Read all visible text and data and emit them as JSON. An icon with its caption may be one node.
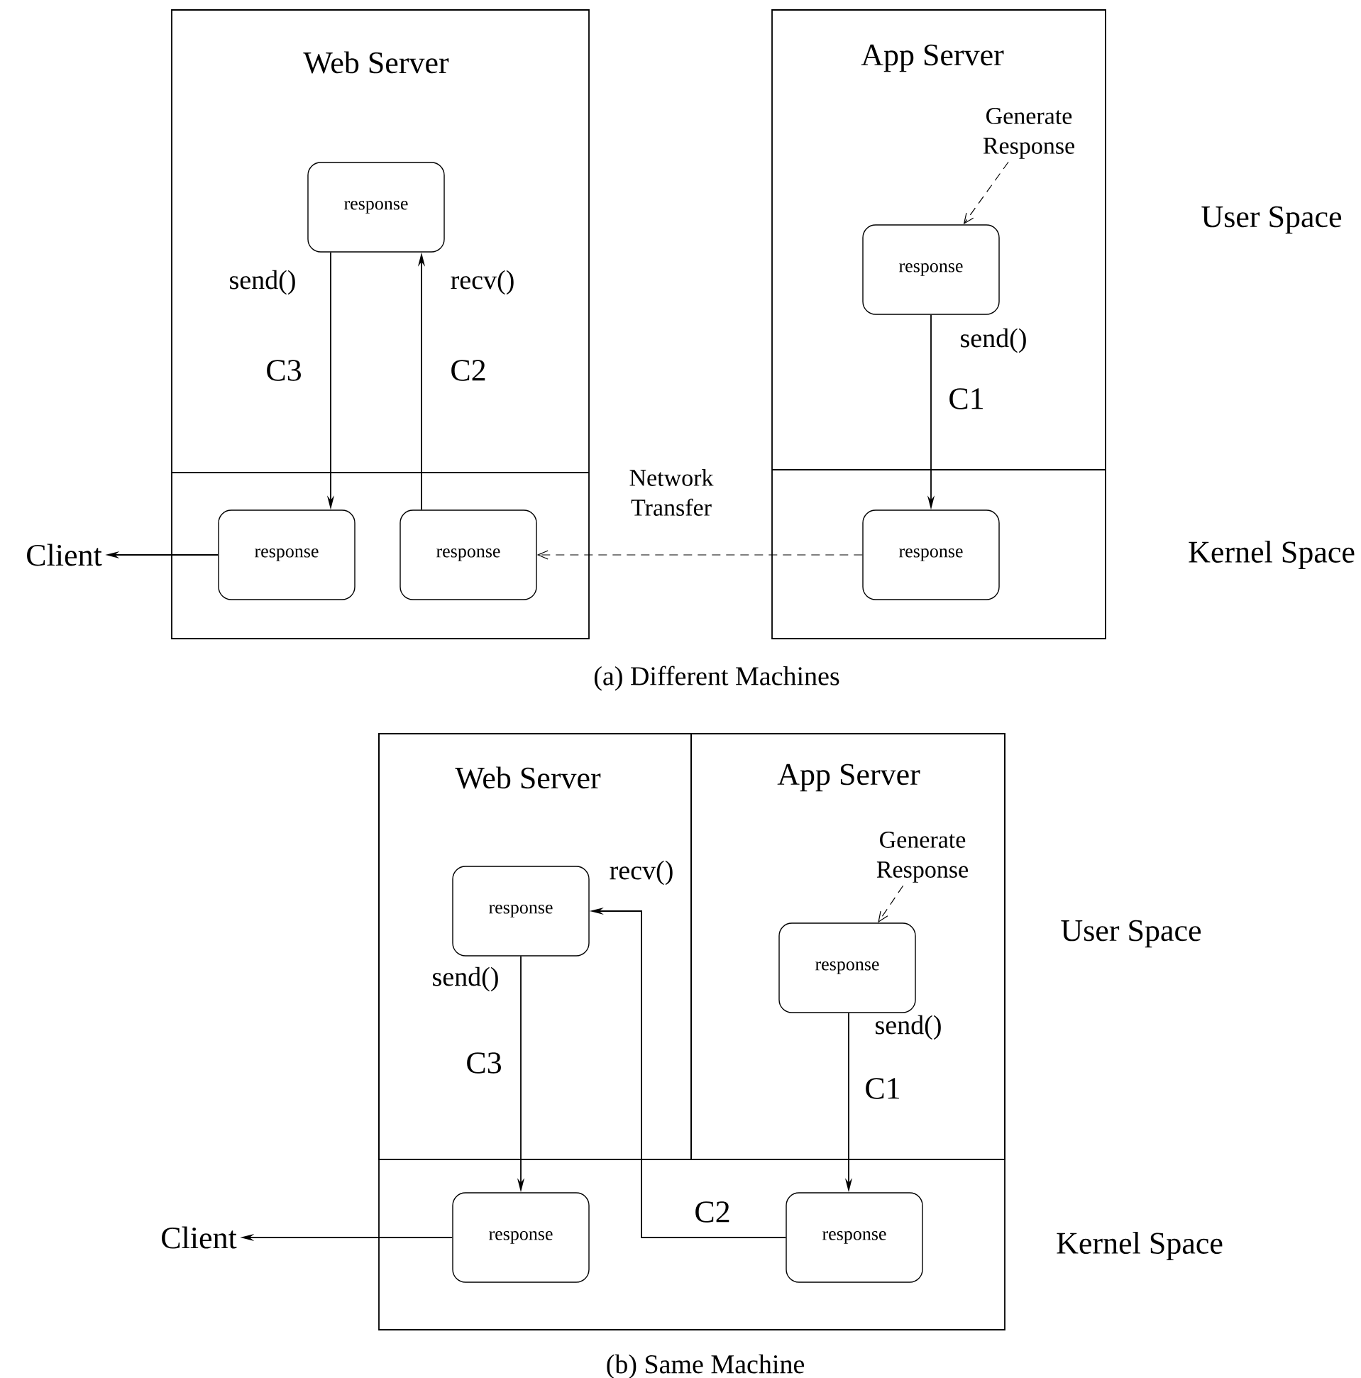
{
  "diagram": {
    "nodes": [
      {
        "text": [
          "Web Server"
        ]
      },
      {
        "text": [
          "App Server"
        ]
      },
      {
        "text": [
          "response"
        ],
        "in": 0
      },
      {
        "text": [
          "response"
        ],
        "in": 0
      },
      {
        "text": [
          "response"
        ],
        "in": 0
      },
      {
        "text": [
          "response"
        ],
        "in": 1
      },
      {
        "text": [
          "response"
        ],
        "in": 1
      },
      {
        "text": [
          "Client"
        ]
      },
      {
        "text": [
          "Generate Response"
        ],
        "in": 1
      },
      {
        "text": [],
        "shape": "box"
      },
      {
        "text": [
          "Web Server"
        ],
        "in": 9
      },
      {
        "text": [
          "App Server"
        ],
        "in": 9
      },
      {
        "text": [
          "response"
        ],
        "in": 10
      },
      {
        "text": [
          "response"
        ],
        "in": 11
      },
      {
        "text": [
          "response"
        ],
        "in": 9
      },
      {
        "text": [
          "response"
        ],
        "in": 9
      },
      {
        "text": [
          "Client"
        ]
      },
      {
        "text": [
          "Generate Response"
        ],
        "in": 11
      }
    ],
    "edges": [
      {
        "from": 2,
        "to": 3,
        "arrow": "to",
        "label": "C3"
      },
      {
        "from": 4,
        "to": 2,
        "arrow": "to",
        "label": "C2"
      },
      {
        "from": 3,
        "to": 7,
        "arrow": "to"
      },
      {
        "from": 6,
        "to": 4,
        "arrow": "to",
        "style": "dashed",
        "label": "Network Transfer"
      },
      {
        "from": 8,
        "to": 5,
        "arrow": "to",
        "style": "dashed"
      },
      {
        "from": 5,
        "to": 6,
        "arrow": "to",
        "label": "C1"
      },
      {
        "from": 12,
        "to": 14,
        "arrow": "to",
        "label": "C3"
      },
      {
        "from": 15,
        "to": 12,
        "arrow": "to",
        "label": "C2"
      },
      {
        "from": 13,
        "to": 15,
        "arrow": "to",
        "label": "C1"
      },
      {
        "from": 14,
        "to": 16,
        "arrow": "to"
      },
      {
        "from": 17,
        "to": 13,
        "arrow": "to",
        "style": "dashed"
      }
    ],
    "labels": [
      "send()",
      "recv()",
      "send()",
      "User Space",
      "Kernel Space",
      "(a) Different Machines",
      "recv()",
      "send()",
      "send()",
      "User Space",
      "Kernel Space",
      "(b) Same Machine"
    ]
  }
}
